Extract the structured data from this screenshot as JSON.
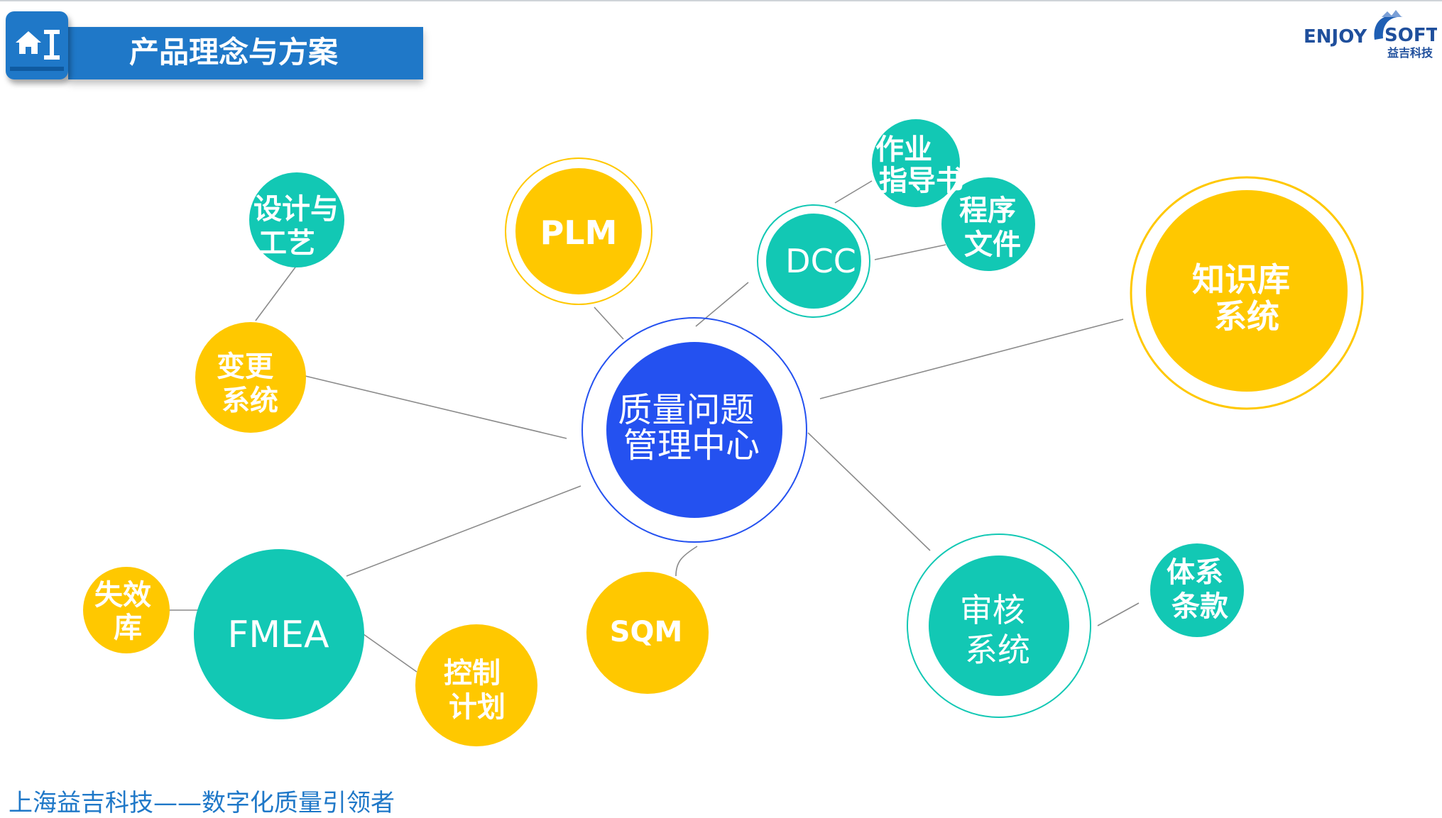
{
  "header": {
    "title": "产品理念与方案",
    "home_icon": "home-icon"
  },
  "logo": {
    "brand_left": "ENJOY",
    "brand_right": "SOFT",
    "tagline": "益吉科技"
  },
  "footer": {
    "text": "上海益吉科技——数字化质量引领者"
  },
  "colors": {
    "center": "#2451f0",
    "teal": "#12c8b4",
    "yellow": "#ffc800",
    "header_blue": "#1f78c8",
    "line": "#8a8a8a"
  },
  "diagram": {
    "center": {
      "lines": [
        "质量问题",
        "管理中心"
      ]
    },
    "nodes": [
      {
        "id": "plm",
        "lines": [
          "PLM"
        ]
      },
      {
        "id": "dcc",
        "lines": [
          "DCC"
        ]
      },
      {
        "id": "zuoye",
        "lines": [
          "作业",
          "指导书"
        ]
      },
      {
        "id": "chengxu",
        "lines": [
          "程序",
          "文件"
        ]
      },
      {
        "id": "zhishiku",
        "lines": [
          "知识库",
          "系统"
        ]
      },
      {
        "id": "shenhe",
        "lines": [
          "审核",
          "系统"
        ]
      },
      {
        "id": "tixi",
        "lines": [
          "体系",
          "条款"
        ]
      },
      {
        "id": "sqm",
        "lines": [
          "SQM"
        ]
      },
      {
        "id": "kongzhi",
        "lines": [
          "控制",
          "计划"
        ]
      },
      {
        "id": "fmea",
        "lines": [
          "FMEA"
        ]
      },
      {
        "id": "shixiao",
        "lines": [
          "失效",
          "库"
        ]
      },
      {
        "id": "biangeng",
        "lines": [
          "变更",
          "系统"
        ]
      },
      {
        "id": "sheji",
        "lines": [
          "设计与",
          "工艺"
        ]
      }
    ]
  }
}
